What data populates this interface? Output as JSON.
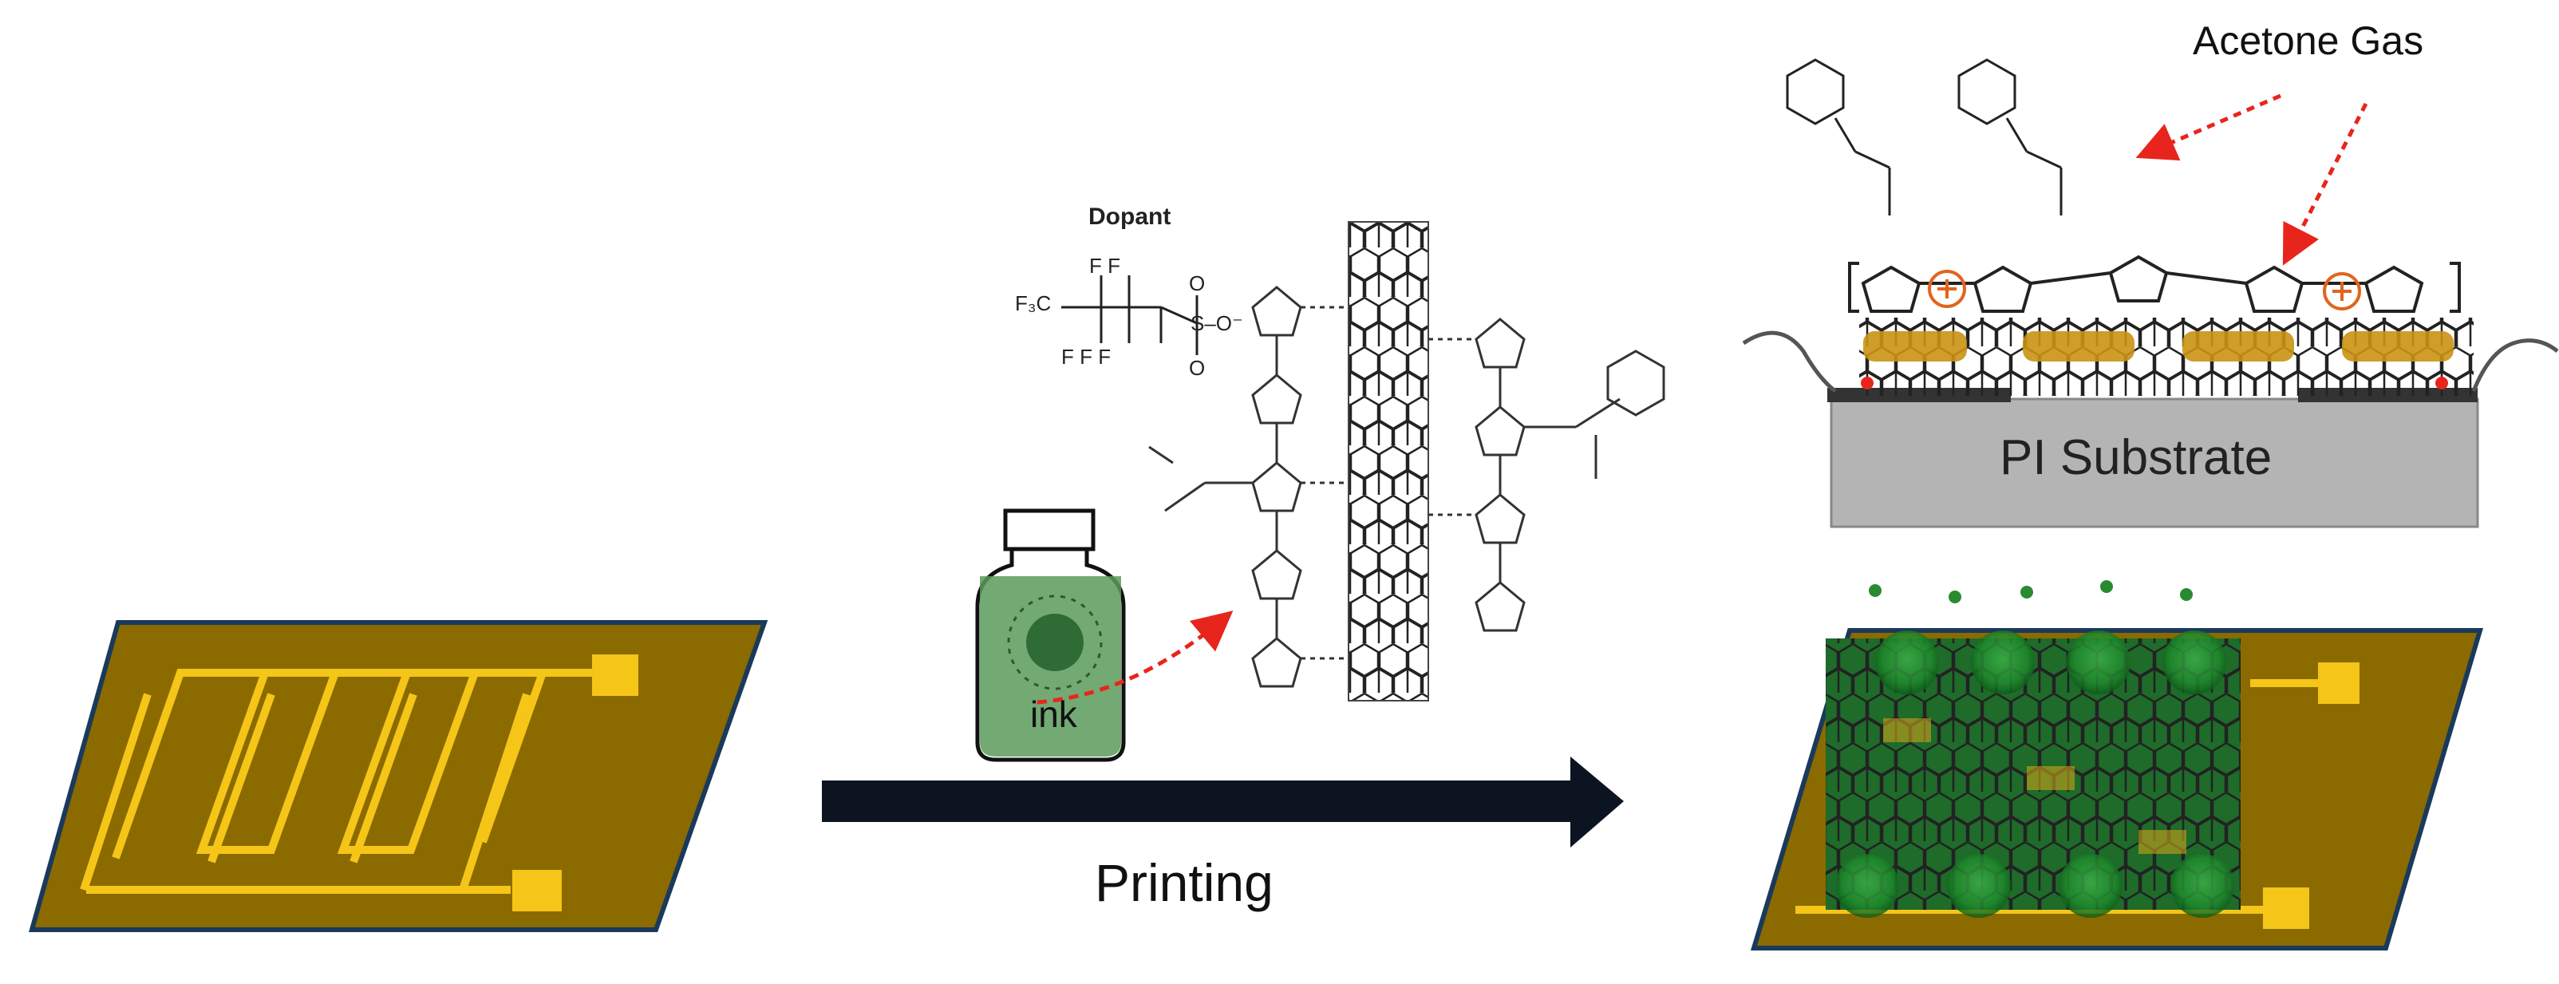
{
  "labels": {
    "printing": "Printing",
    "acetone_gas": "Acetone Gas",
    "substrate": "PI Substrate",
    "ink": "ink",
    "dopant": "Dopant"
  },
  "dopant_formula": {
    "f3c": "F₃C",
    "f_top": "F  F",
    "f_bottom": "F  F  F",
    "so3": "S–O⁻",
    "o_top": "O",
    "o_bottom": "O"
  },
  "colors": {
    "substrate_gold": "#8b6a00",
    "electrode_yellow": "#f5c518",
    "arrow_dark": "#0b1420",
    "red_arrow": "#e8251c",
    "substrate_gray": "#b4b4b4",
    "plus_orange": "#e2641d",
    "ink_green": "#5b9a5b"
  },
  "icons": [
    "electrode-chip-icon",
    "ink-vial-icon",
    "polymer-structure-icon",
    "sensor-chip-icon"
  ]
}
